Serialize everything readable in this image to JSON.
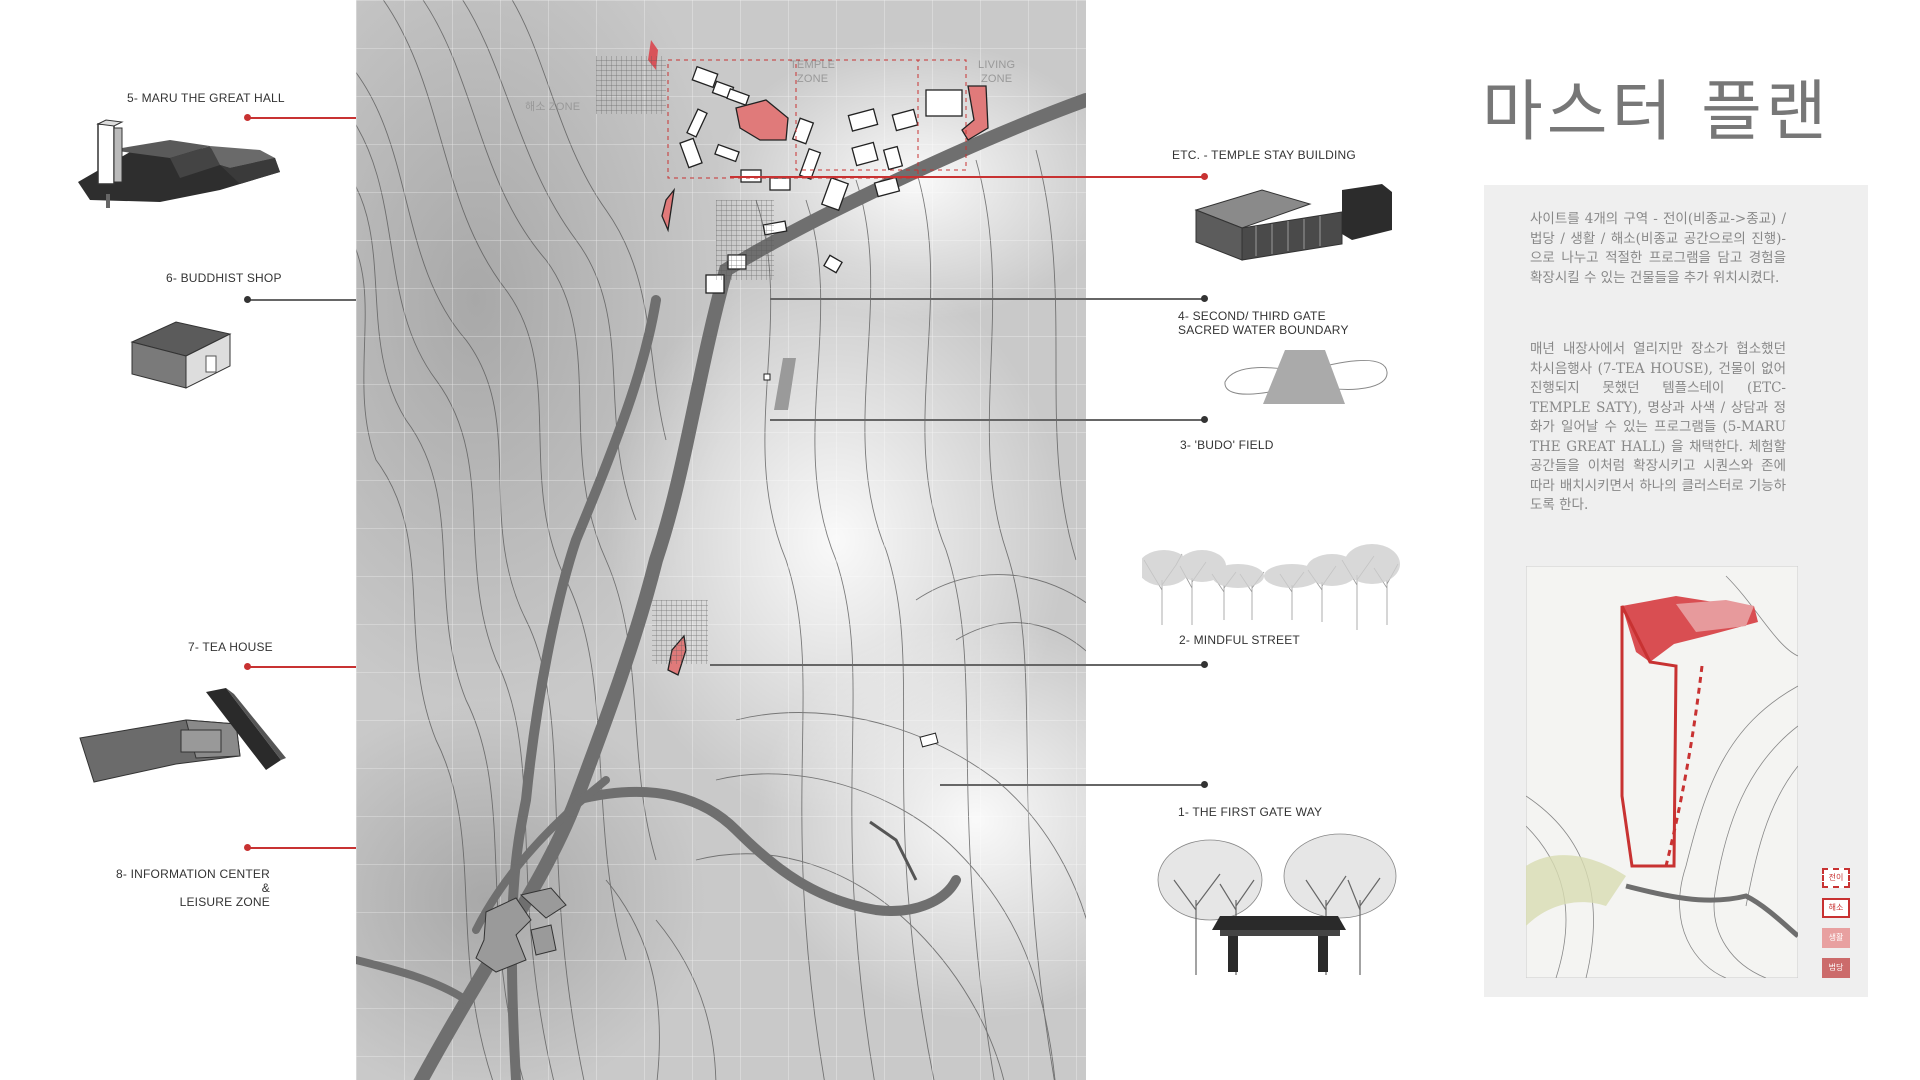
{
  "title": "마스터 플랜",
  "description": {
    "p1": "사이트를 4개의 구역 - 전이(비종교->종교) / 법당 / 생활 / 해소(비종교 공간으로의 진행)-으로 나누고 적절한 프로그램을 담고 경험을 확장시킬 수 있는 건물들을 추가 위치시켰다.",
    "p2": "매년 내장사에서 열리지만 장소가 협소했던 차시음행사 (7-TEA HOUSE), 건물이 없어 진행되지 못했던 템플스테이 (ETC-TEMPLE SATY), 명상과 사색 / 상담과 정화가 일어날 수 있는 프로그램들 (5-MARU THE GREAT HALL) 을 채택한다. 체험할 공간들을 이처럼 확장시키고 시퀀스와 존에 따라 배치시키면서 하나의 클러스터로 기능하도록 한다."
  },
  "map_labels": {
    "temple_zone": "TEMPLE\nZONE",
    "living_zone": "LIVING\nZONE",
    "zone_left": "해소 ZONE"
  },
  "left_labels": {
    "maru": "5- MARU THE GREAT HALL",
    "shop": "6- BUDDHIST SHOP",
    "tea": "7- TEA HOUSE",
    "info": "8- INFORMATION CENTER &\nLEISURE ZONE"
  },
  "right_labels": {
    "temple_stay": "ETC. - TEMPLE STAY BUILDING",
    "gate": "4- SECOND/ THIRD GATE\nSACRED WATER BOUNDARY",
    "budo": "3- 'BUDO' FIELD",
    "mindful": "2- MINDFUL STREET",
    "first_gate": "1- THE FIRST GATE WAY"
  },
  "legend": [
    "전이",
    "해소",
    "생활",
    "법당"
  ],
  "colors": {
    "accent_red": "#c83232",
    "pink": "#e07a7a",
    "legend_light": "#e8a0a0",
    "legend_mid": "#d98080",
    "legend_dark": "#cc6b6b",
    "text": "#333333",
    "panel_bg": "#efefef"
  }
}
